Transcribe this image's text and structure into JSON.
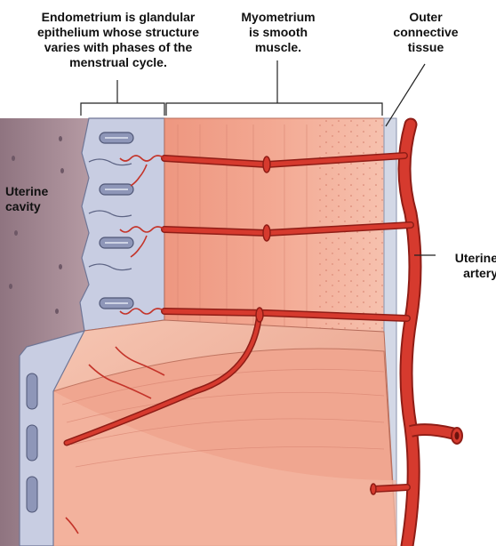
{
  "labels": {
    "endometrium": "Endometrium is glandular\nepithelium whose structure\nvaries with phases of the\nmenstrual cycle.",
    "myometrium": "Myometrium\nis smooth\nmuscle.",
    "outer": "Outer\nconnective\ntissue",
    "cavity": "Uterine\ncavity",
    "artery": "Uterine\nartery"
  },
  "colors": {
    "cavity": "#a78c95",
    "endometrium": "#c6cbe0",
    "gland": "#8e96b8",
    "myometrium": "#ef9d86",
    "myometrium_light": "#f5b9a5",
    "artery": "#d63a2e",
    "artery_dark": "#8f1d16",
    "outer_tissue": "#d3d8e6"
  }
}
